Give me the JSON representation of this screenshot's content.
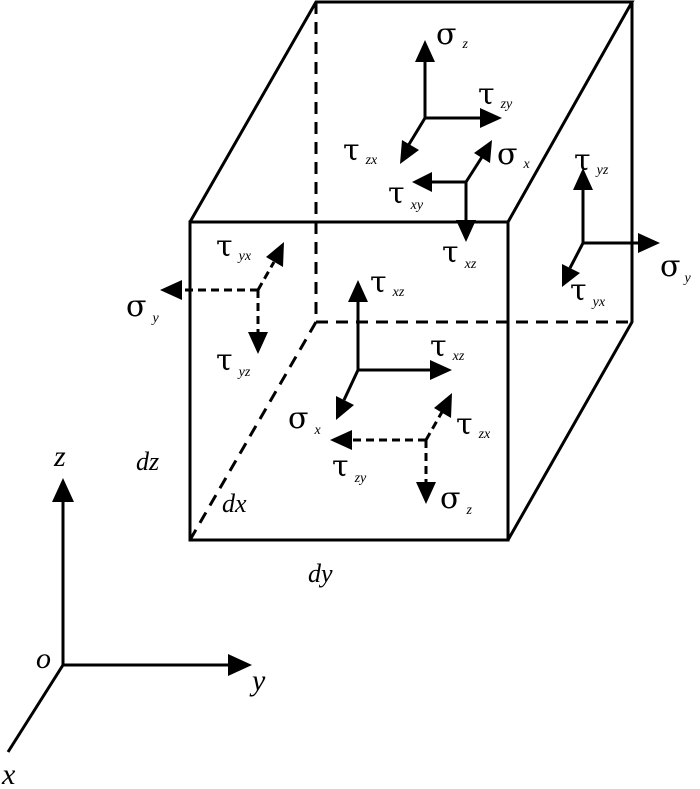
{
  "symbols": {
    "sigma": "σ",
    "tau": "τ"
  },
  "subscripts": {
    "x": "x",
    "y": "y",
    "z": "z",
    "xy": "xy",
    "xz": "xz",
    "yx": "yx",
    "yz": "yz",
    "zx": "zx",
    "zy": "zy"
  },
  "dimensions": {
    "dx": "dx",
    "dy": "dy",
    "dz": "dz"
  },
  "axes": {
    "origin": "o",
    "x": "x",
    "y": "y",
    "z": "z"
  }
}
